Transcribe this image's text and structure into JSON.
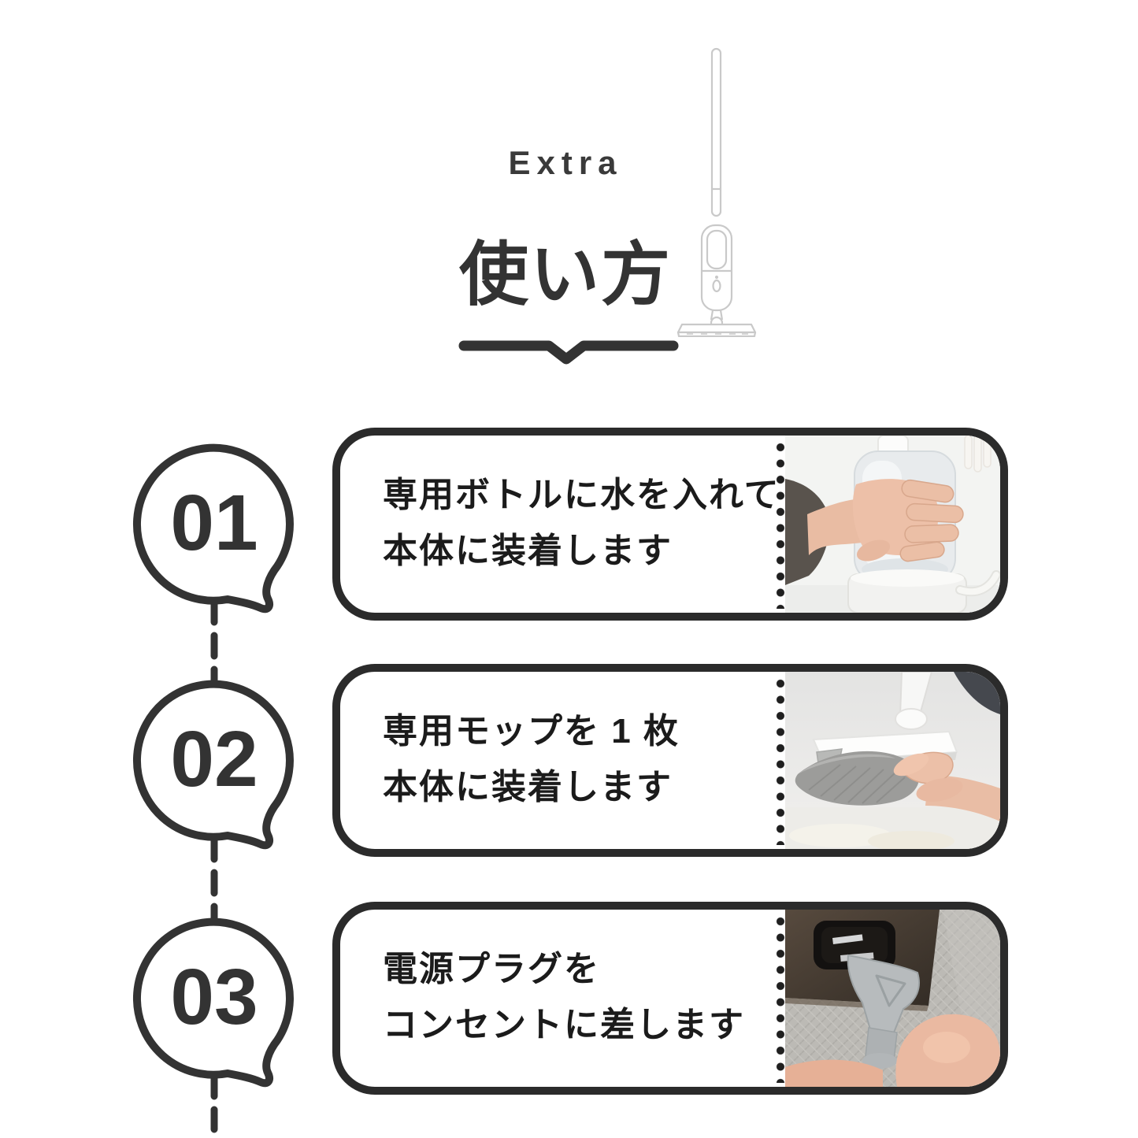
{
  "canvas": {
    "background": "#ffffff",
    "ink": "#333333",
    "card_border": "#2b2b2b",
    "text_color": "#1b1b1b"
  },
  "header": {
    "eyebrow": "Extra",
    "title": "使い方",
    "decor": {
      "underline": "chevron-underline",
      "illustration": "spray-mop-line-art"
    }
  },
  "steps": [
    {
      "number": "01",
      "line1": "専用ボトルに水を入れて",
      "line2": "本体に装着します",
      "photo": "hand-attaching-clear-water-bottle-to-body"
    },
    {
      "number": "02",
      "line1": "専用モップを 1 枚",
      "line2": "本体に装着します",
      "photo": "hand-attaching-gray-mop-pad-to-head"
    },
    {
      "number": "03",
      "line1": "電源プラグを",
      "line2": "コンセントに差します",
      "photo": "inserting-power-plug-into-outlet"
    }
  ]
}
